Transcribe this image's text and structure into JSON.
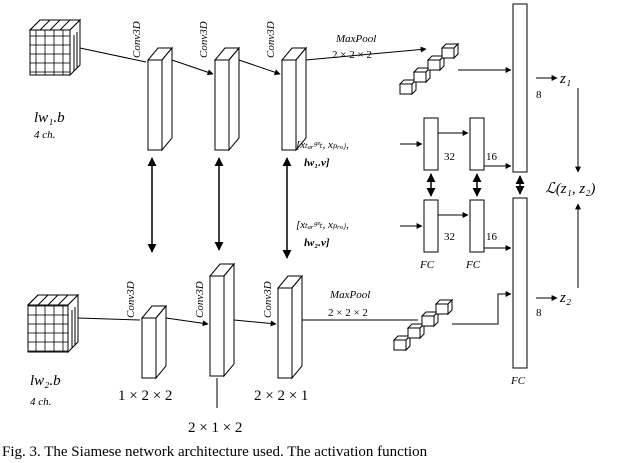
{
  "inputs": {
    "top": {
      "label": "lw₁.b",
      "channels": "4 ch."
    },
    "bottom": {
      "label": "lw₂.b",
      "channels": "4 ch."
    }
  },
  "conv_label": "Conv3D",
  "maxpool": {
    "label": "MaxPool",
    "size": "2 × 2 × 2"
  },
  "kernels": {
    "k1": "1 × 2 × 2",
    "k2": "2 × 1 × 2",
    "k3": "2 × 2 × 1"
  },
  "extra_inputs": {
    "top": {
      "line1": "[xₜₐᵣᵍᵉₜ, xₚᵣₒⱼ,",
      "line2": "lw₁.v]"
    },
    "bottom": {
      "line1": "[xₜₐᵣᵍᵉₜ, xₚᵣₒⱼ,",
      "line2": "lw₂.v]"
    }
  },
  "fc_sizes": {
    "a": "32",
    "b": "16",
    "c": "8"
  },
  "fc_label": "FC",
  "outputs": {
    "z1": "z₁",
    "z2": "z₂",
    "loss": "ℒ(z₁, z₂)"
  },
  "caption": "Fig. 3.    The Siamese network architecture used. The activation function"
}
